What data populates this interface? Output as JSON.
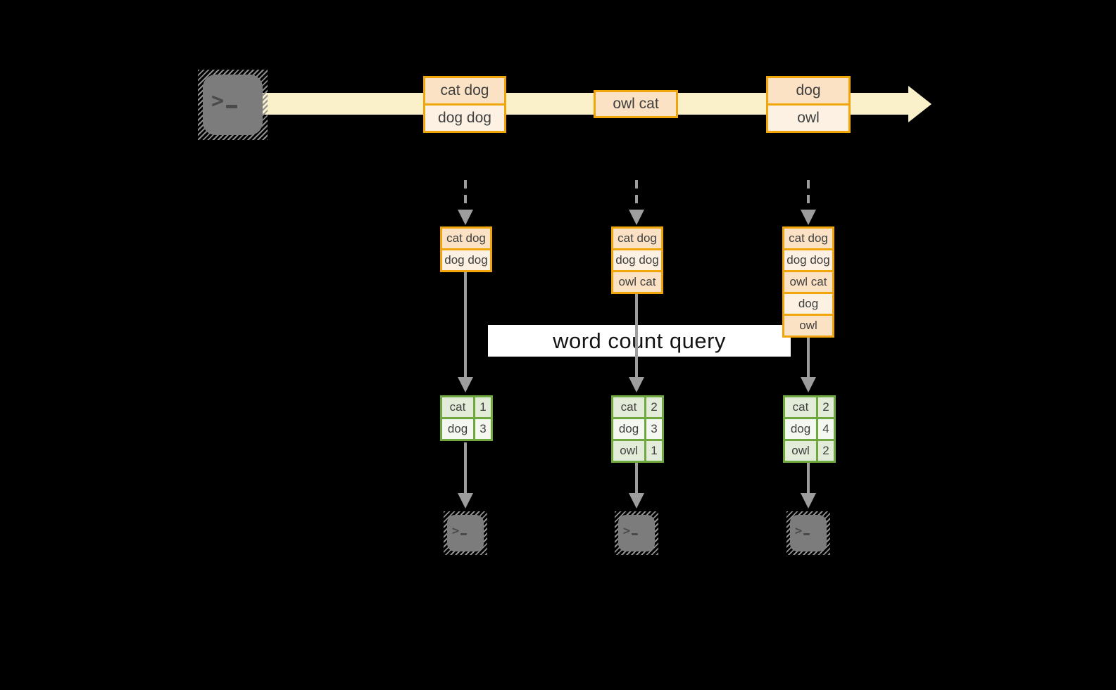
{
  "background": "#000000",
  "source_terminal": {
    "icon": "terminal-icon",
    "prompt_char": ">"
  },
  "stream": {
    "events": [
      {
        "lines": [
          "cat dog",
          "dog dog"
        ]
      },
      {
        "lines": [
          "owl cat"
        ]
      },
      {
        "lines": [
          "dog",
          "owl"
        ]
      }
    ]
  },
  "state_logs": [
    {
      "lines": [
        "cat dog",
        "dog dog"
      ]
    },
    {
      "lines": [
        "cat dog",
        "dog dog",
        "owl cat"
      ]
    },
    {
      "lines": [
        "cat dog",
        "dog dog",
        "owl cat",
        "dog",
        "owl"
      ]
    }
  ],
  "query": {
    "label": "word count query"
  },
  "result_tables": [
    {
      "rows": [
        {
          "word": "cat",
          "count": "1"
        },
        {
          "word": "dog",
          "count": "3"
        }
      ]
    },
    {
      "rows": [
        {
          "word": "cat",
          "count": "2"
        },
        {
          "word": "dog",
          "count": "3"
        },
        {
          "word": "owl",
          "count": "1"
        }
      ]
    },
    {
      "rows": [
        {
          "word": "cat",
          "count": "2"
        },
        {
          "word": "dog",
          "count": "4"
        },
        {
          "word": "owl",
          "count": "2"
        }
      ]
    }
  ],
  "sink_terminals": [
    {
      "prompt_char": ">"
    },
    {
      "prompt_char": ">"
    },
    {
      "prompt_char": ">"
    }
  ],
  "colors": {
    "amber_border": "#F0A50A",
    "peach_fill": "#FBE2C4",
    "cream_fill": "#FCF1E2",
    "stream_fill": "#FAF0CA",
    "green_border": "#6EA83F",
    "green_fill": "#E3ECD8",
    "green_fill_light": "#F4F8F0",
    "arrow_gray": "#9D9D9D",
    "terminal_gray": "#7C7C7C",
    "text_dark": "#3F3F3F",
    "query_band_bg": "#FFFFFF"
  }
}
